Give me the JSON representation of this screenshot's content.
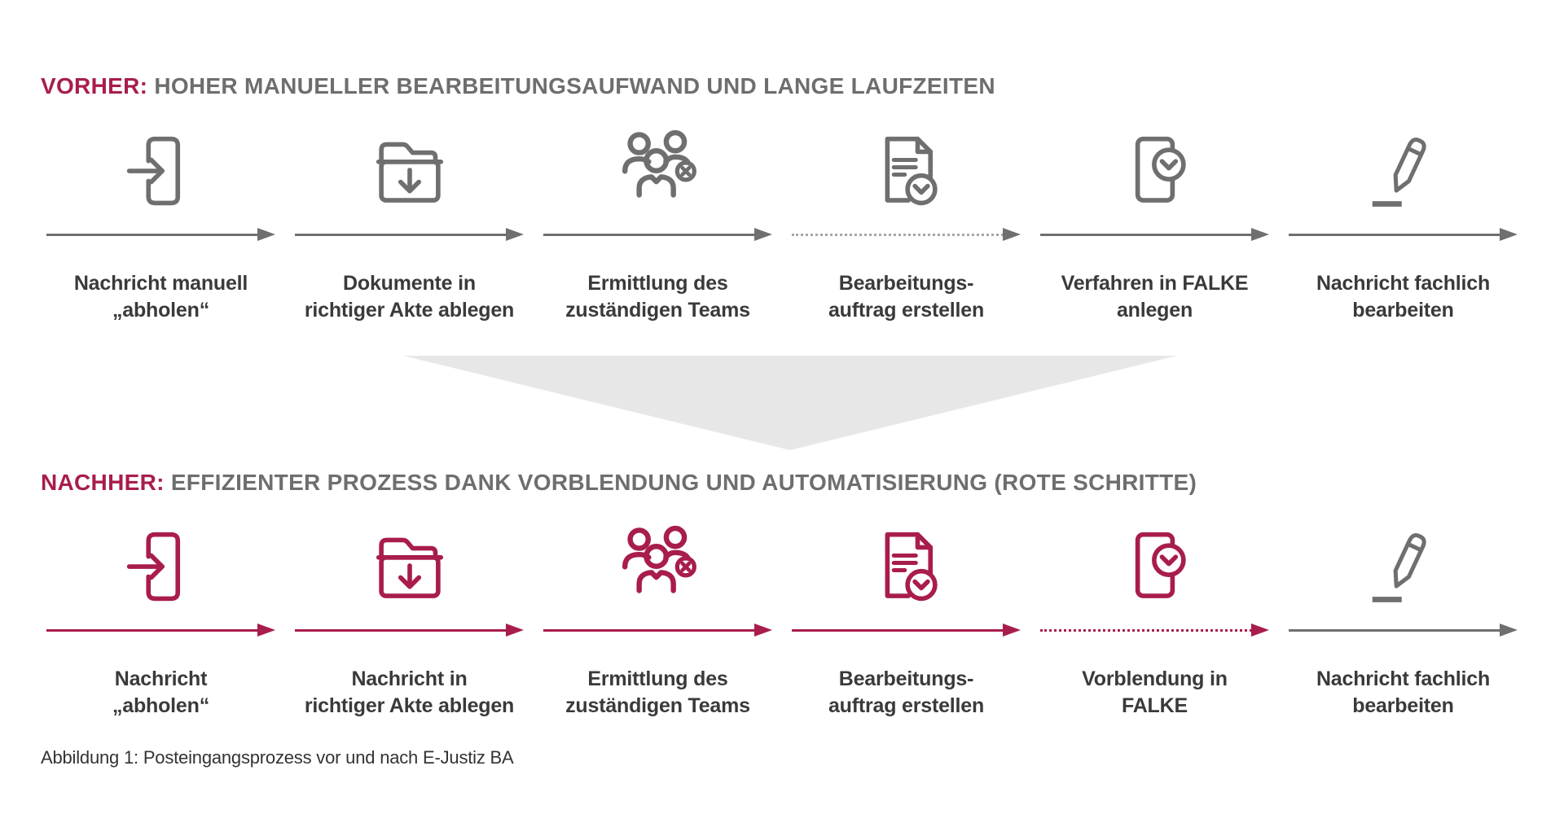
{
  "colors": {
    "accent": "#a81d4b",
    "gray": "#6f6f6f",
    "dotgray": "#a6a6a6",
    "label": "#3a3a3a",
    "headgray": "#6e6e6e",
    "triangle": "#e7e7e7",
    "caption": "#333333"
  },
  "sections": {
    "vorher": {
      "prefix": "VORHER:",
      "title": "HOHER MANUELLER BEARBEITUNGSAUFWAND UND LANGE LAUFZEITEN"
    },
    "nachher": {
      "prefix": "NACHHER:",
      "title": "EFFIZIENTER PROZESS DANK VORBLENDUNG UND AUTOMATISIERUNG (ROTE SCHRITTE)"
    }
  },
  "rows": {
    "vorher": {
      "steps": [
        {
          "icon": "message-inbox-icon",
          "label": "Nachricht manuell\n„abholen“",
          "color": "gray",
          "arrow": "solid",
          "arrow_color": "gray"
        },
        {
          "icon": "folder-download-icon",
          "label": "Dokumente in\nrichtiger Akte ablegen",
          "color": "gray",
          "arrow": "solid",
          "arrow_color": "gray"
        },
        {
          "icon": "team-icon",
          "label": "Ermittlung des\nzuständigen Teams",
          "color": "gray",
          "arrow": "solid",
          "arrow_color": "gray"
        },
        {
          "icon": "document-check-icon",
          "label": "Bearbeitungs-\nauftrag erstellen",
          "color": "gray",
          "arrow": "dotted",
          "arrow_color": "gray"
        },
        {
          "icon": "card-check-icon",
          "label": "Verfahren in FALKE\nanlegen",
          "color": "gray",
          "arrow": "solid",
          "arrow_color": "gray"
        },
        {
          "icon": "pencil-icon",
          "label": "Nachricht fachlich\nbearbeiten",
          "color": "gray",
          "arrow": "solid",
          "arrow_color": "gray"
        }
      ]
    },
    "nachher": {
      "steps": [
        {
          "icon": "message-inbox-icon",
          "label": "Nachricht\n„abholen“",
          "color": "red",
          "arrow": "solid",
          "arrow_color": "red"
        },
        {
          "icon": "folder-download-icon",
          "label": "Nachricht in\nrichtiger Akte ablegen",
          "color": "red",
          "arrow": "solid",
          "arrow_color": "red"
        },
        {
          "icon": "team-icon",
          "label": "Ermittlung des\nzuständigen Teams",
          "color": "red",
          "arrow": "solid",
          "arrow_color": "red"
        },
        {
          "icon": "document-check-icon",
          "label": "Bearbeitungs-\nauftrag erstellen",
          "color": "red",
          "arrow": "solid",
          "arrow_color": "red"
        },
        {
          "icon": "card-check-icon",
          "label": "Vorblendung in\nFALKE",
          "color": "red",
          "arrow": "dotted",
          "arrow_color": "red"
        },
        {
          "icon": "pencil-icon",
          "label": "Nachricht fachlich\nbearbeiten",
          "color": "gray",
          "arrow": "solid",
          "arrow_color": "gray"
        }
      ]
    }
  },
  "caption": "Abbildung 1: Posteingangsprozess vor und nach E-Justiz BA"
}
